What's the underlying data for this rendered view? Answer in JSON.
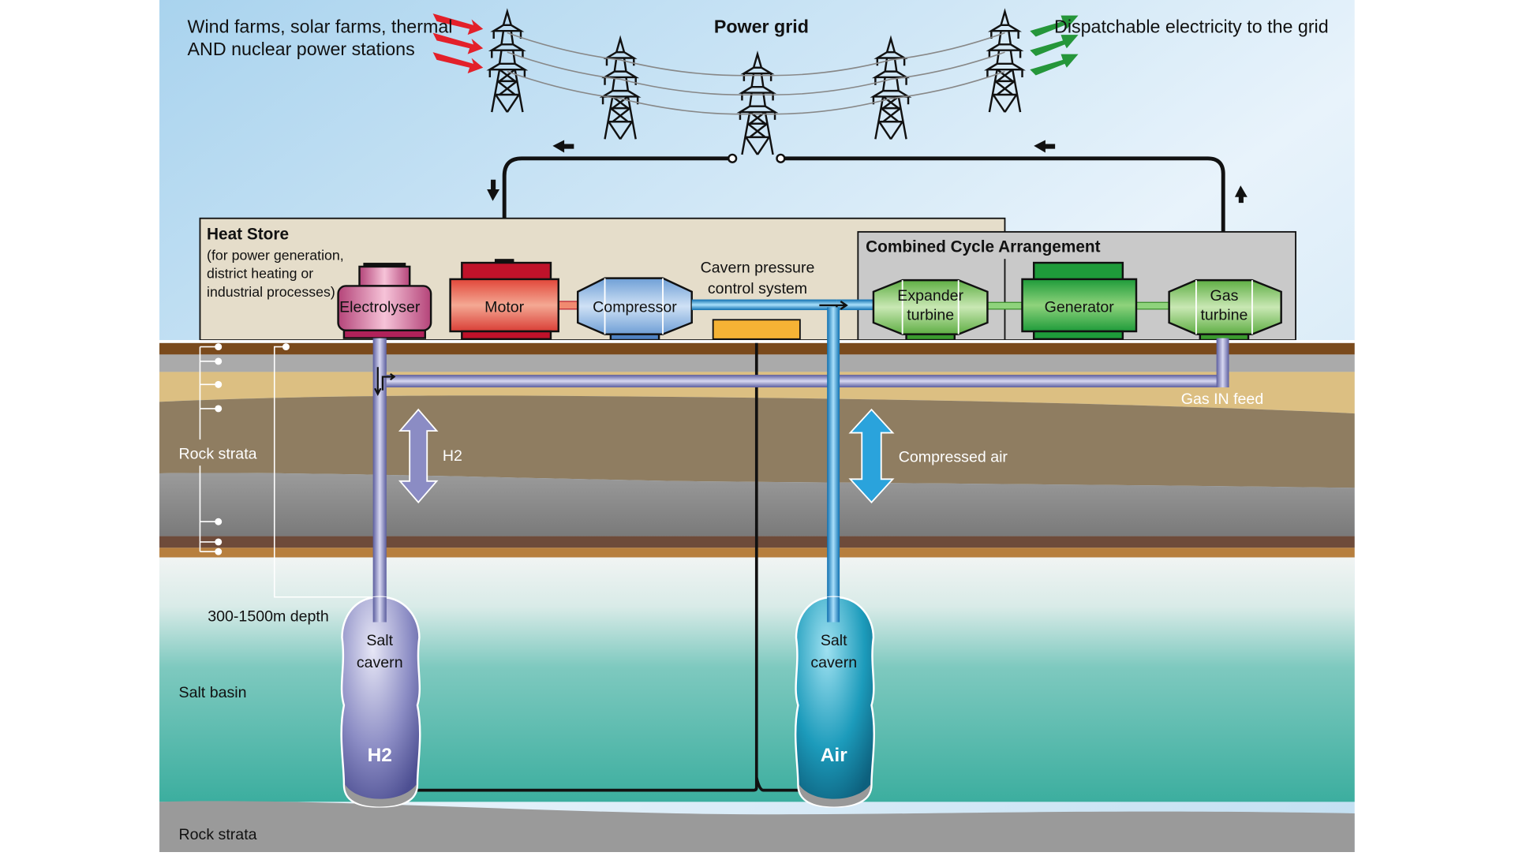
{
  "title": "Power grid",
  "labels": {
    "sources": [
      "Wind farms, solar farms, thermal",
      "AND nuclear power stations"
    ],
    "power_grid": "Power grid",
    "dispatchable": "Dispatchable electricity to the grid",
    "heat_store_title": "Heat Store",
    "heat_store_desc": [
      "(for power generation,",
      "district heating or",
      "industrial processes)"
    ],
    "cavern_pressure": [
      "Cavern pressure",
      "control system"
    ],
    "combined_cycle": "Combined Cycle Arrangement",
    "gas_in_feed": "Gas IN feed",
    "rock_strata_upper": "Rock strata",
    "rock_strata_lower": "Rock strata",
    "depth": "300-1500m depth",
    "salt_basin": "Salt basin",
    "h2_flow": "H2",
    "air_flow": "Compressed air"
  },
  "components": {
    "electrolyser": "Electrolyser",
    "motor": "Motor",
    "compressor": "Compressor",
    "expander": [
      "Expander",
      "turbine"
    ],
    "generator": "Generator",
    "gas_turbine": [
      "Gas",
      "turbine"
    ]
  },
  "caverns": {
    "h2": {
      "label": [
        "Salt",
        "cavern"
      ],
      "content": "H2"
    },
    "air": {
      "label": [
        "Salt",
        "cavern"
      ],
      "content": "Air"
    }
  },
  "icons": [
    "pylon-icon",
    "input-arrows-icon",
    "output-arrows-icon",
    "direction-arrow-icon",
    "bidirectional-arrow-icon"
  ],
  "colors": {
    "sky_top": "#a9d3ee",
    "heat_store": "#e5ddca",
    "combined_cycle": "#c9c9c9",
    "electrolyser": "#d7739d",
    "motor": "#e0473a",
    "compressor": "#8db7e3",
    "turbine_green": "#7fc35c",
    "generator": "#1e9b3a",
    "h2_pipe": "#8d8fc8",
    "air_pipe": "#2aa3dc",
    "pressure_box": "#f5b335",
    "input_arrows": "#e3202a",
    "output_arrows": "#25963a",
    "salt_basin": "#4ab5a8",
    "h2_cavern": "#8b8cc4",
    "air_cavern": "#1c93b3"
  }
}
